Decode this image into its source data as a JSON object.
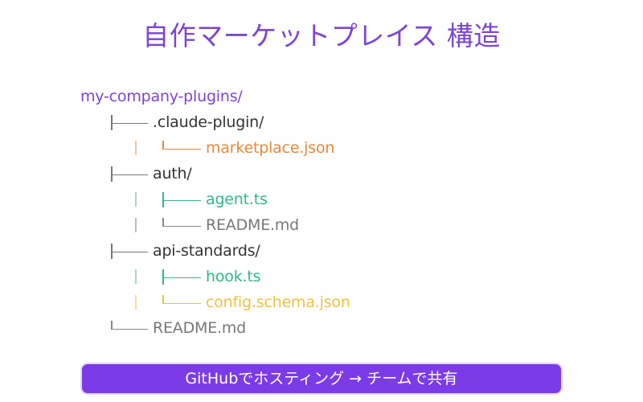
{
  "title": "自作マーケットプレイス 構造",
  "colors": {
    "accent": "#7b45d6",
    "folder_text": "#333333",
    "readme_text": "#777777",
    "orange": "#e8893a",
    "green": "#2fb88a",
    "yellow": "#f0c040",
    "line_gray": "#777777",
    "button_bg": "#7b3be6"
  },
  "tree": {
    "root": "my-company-plugins/",
    "items": [
      {
        "label": ".claude-plugin/",
        "type": "folder"
      },
      {
        "label": "marketplace.json",
        "type": "file-json"
      },
      {
        "label": "auth/",
        "type": "folder"
      },
      {
        "label": "agent.ts",
        "type": "file-ts"
      },
      {
        "label": "README.md",
        "type": "file-md"
      },
      {
        "label": "api-standards/",
        "type": "folder"
      },
      {
        "label": "hook.ts",
        "type": "file-ts"
      },
      {
        "label": "config.schema.json",
        "type": "file-schema"
      },
      {
        "label": "README.md",
        "type": "file-md"
      }
    ]
  },
  "footer": {
    "label": "GitHubでホスティング → チームで共有"
  }
}
